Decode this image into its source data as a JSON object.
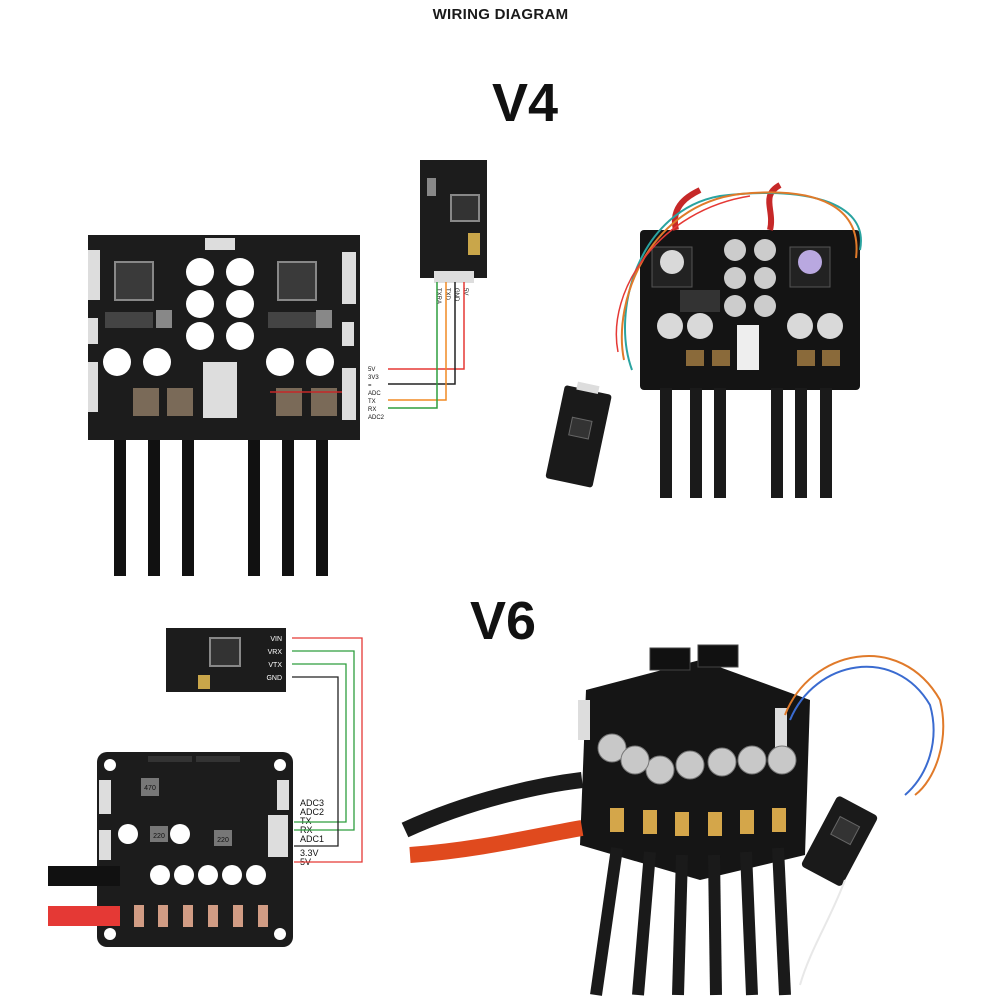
{
  "header": {
    "title": "WIRING DIAGRAM"
  },
  "v4": {
    "label": "V4",
    "board_pins": [
      "5V",
      "3V3",
      "=",
      "ADC",
      "TX",
      "RX",
      "ADC2"
    ],
    "module_pins": [
      "TXRA",
      "TXD",
      "GND",
      "5V"
    ]
  },
  "v6": {
    "label": "V6",
    "module_pins": [
      "VIN",
      "VRX",
      "VTX",
      "GND"
    ],
    "board_pins": [
      "ADC3",
      "ADC2",
      "TX",
      "RX",
      "ADC1",
      "3.3V",
      "5V"
    ],
    "component_labels": [
      "470",
      "220",
      "220"
    ]
  },
  "colors": {
    "board": "#1c1c1c",
    "wire_red": "#e53935",
    "wire_green": "#2e9e3e",
    "wire_orange": "#f08a24",
    "wire_black": "#222222",
    "pad": "#7a6a58"
  }
}
